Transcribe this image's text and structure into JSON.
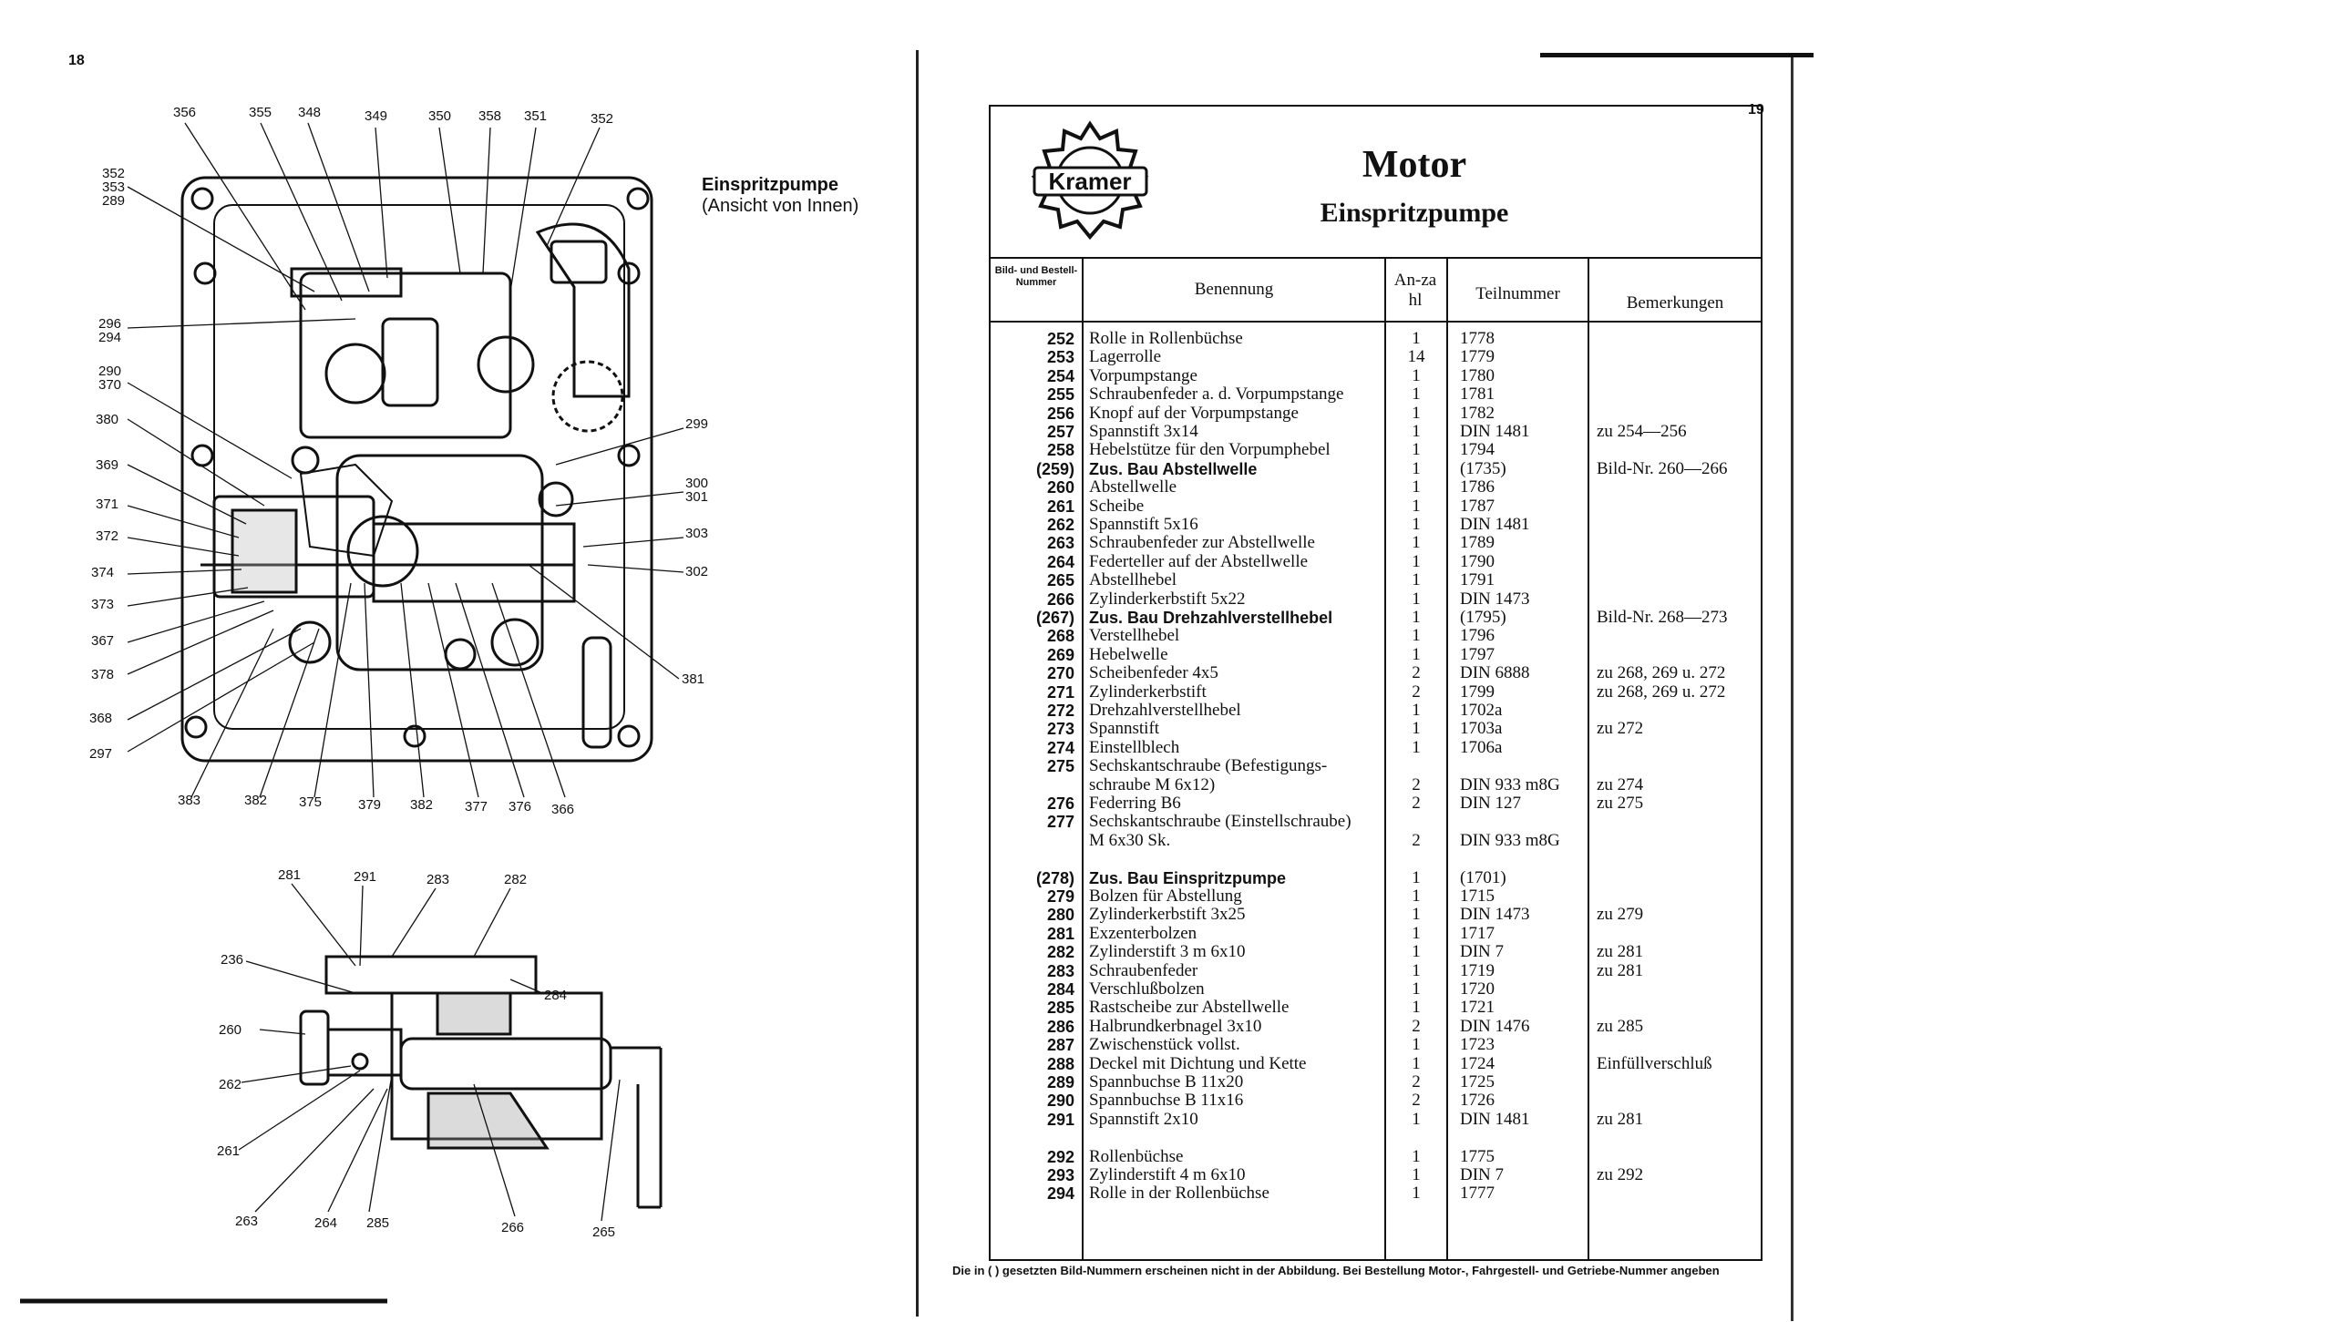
{
  "left_page": {
    "page_number": "18",
    "caption_title": "Einspritzpumpe",
    "caption_subtitle": "(Ansicht von Innen)",
    "fig1_callouts": [
      "356",
      "355",
      "348",
      "349",
      "350",
      "358",
      "351",
      "352",
      "352",
      "353",
      "289",
      "296",
      "294",
      "290",
      "370",
      "380",
      "369",
      "371",
      "372",
      "374",
      "373",
      "367",
      "378",
      "368",
      "297",
      "383",
      "382",
      "375",
      "379",
      "382",
      "377",
      "376",
      "366",
      "299",
      "300",
      "301",
      "303",
      "302",
      "381"
    ],
    "fig2_callouts": [
      "281",
      "291",
      "283",
      "282",
      "236",
      "284",
      "260",
      "262",
      "261",
      "263",
      "264",
      "285",
      "266",
      "265"
    ]
  },
  "right_page": {
    "page_number": "19",
    "logo_text": "Kramer",
    "title": "Motor",
    "subtitle": "Einspritzpumpe",
    "headers": {
      "nr": "Bild- und Bestell-Nummer",
      "name": "Benennung",
      "qty": "An-zahl",
      "part": "Teilnummer",
      "remarks": "Bemerkungen"
    },
    "rows": [
      {
        "nr": "252",
        "name": "Rolle in Rollenbüchse",
        "qty": "1",
        "part": "1778",
        "rem": ""
      },
      {
        "nr": "253",
        "name": "Lagerrolle",
        "qty": "14",
        "part": "1779",
        "rem": ""
      },
      {
        "nr": "254",
        "name": "Vorpumpstange",
        "qty": "1",
        "part": "1780",
        "rem": ""
      },
      {
        "nr": "255",
        "name": "Schraubenfeder a. d. Vorpumpstange",
        "qty": "1",
        "part": "1781",
        "rem": ""
      },
      {
        "nr": "256",
        "name": "Knopf auf der Vorpumpstange",
        "qty": "1",
        "part": "1782",
        "rem": ""
      },
      {
        "nr": "257",
        "name": "Spannstift 3x14",
        "qty": "1",
        "part": "DIN 1481",
        "rem": "zu 254—256"
      },
      {
        "nr": "258",
        "name": "Hebelstütze für den Vorpumphebel",
        "qty": "1",
        "part": "1794",
        "rem": ""
      },
      {
        "nr": "(259)",
        "name": "Zus. Bau Abstellwelle",
        "qty": "1",
        "part": "(1735)",
        "rem": "Bild-Nr. 260—266",
        "bold": true
      },
      {
        "nr": "260",
        "name": "Abstellwelle",
        "qty": "1",
        "part": "1786",
        "rem": ""
      },
      {
        "nr": "261",
        "name": "Scheibe",
        "qty": "1",
        "part": "1787",
        "rem": ""
      },
      {
        "nr": "262",
        "name": "Spannstift 5x16",
        "qty": "1",
        "part": "DIN 1481",
        "rem": ""
      },
      {
        "nr": "263",
        "name": "Schraubenfeder zur Abstellwelle",
        "qty": "1",
        "part": "1789",
        "rem": ""
      },
      {
        "nr": "264",
        "name": "Federteller auf der Abstellwelle",
        "qty": "1",
        "part": "1790",
        "rem": ""
      },
      {
        "nr": "265",
        "name": "Abstellhebel",
        "qty": "1",
        "part": "1791",
        "rem": ""
      },
      {
        "nr": "266",
        "name": "Zylinderkerbstift 5x22",
        "qty": "1",
        "part": "DIN 1473",
        "rem": ""
      },
      {
        "nr": "(267)",
        "name": "Zus. Bau Drehzahlverstellhebel",
        "qty": "1",
        "part": "(1795)",
        "rem": "Bild-Nr. 268—273",
        "bold": true
      },
      {
        "nr": "268",
        "name": "Verstellhebel",
        "qty": "1",
        "part": "1796",
        "rem": ""
      },
      {
        "nr": "269",
        "name": "Hebelwelle",
        "qty": "1",
        "part": "1797",
        "rem": ""
      },
      {
        "nr": "270",
        "name": "Scheibenfeder 4x5",
        "qty": "2",
        "part": "DIN 6888",
        "rem": "zu 268, 269 u. 272"
      },
      {
        "nr": "271",
        "name": "Zylinderkerbstift",
        "qty": "2",
        "part": "1799",
        "rem": "zu 268, 269 u. 272"
      },
      {
        "nr": "272",
        "name": "Drehzahlverstellhebel",
        "qty": "1",
        "part": "1702a",
        "rem": ""
      },
      {
        "nr": "273",
        "name": "Spannstift",
        "qty": "1",
        "part": "1703a",
        "rem": "zu 272"
      },
      {
        "nr": "274",
        "name": "Einstellblech",
        "qty": "1",
        "part": "1706a",
        "rem": ""
      },
      {
        "nr": "275",
        "name": "Sechskantschraube (Befestigungs-",
        "qty": "",
        "part": "",
        "rem": ""
      },
      {
        "nr": "",
        "name": "schraube M 6x12)",
        "qty": "2",
        "part": "DIN 933 m8G",
        "rem": "zu 274"
      },
      {
        "nr": "276",
        "name": "Federring B6",
        "qty": "2",
        "part": "DIN 127",
        "rem": "zu 275"
      },
      {
        "nr": "277",
        "name": "Sechskantschraube (Einstellschraube)",
        "qty": "",
        "part": "",
        "rem": ""
      },
      {
        "nr": "",
        "name": "M 6x30 Sk.",
        "qty": "2",
        "part": "DIN 933 m8G",
        "rem": ""
      },
      {
        "nr": "",
        "name": "",
        "qty": "",
        "part": "",
        "rem": ""
      },
      {
        "nr": "(278)",
        "name": "Zus. Bau Einspritzpumpe",
        "qty": "1",
        "part": "(1701)",
        "rem": "",
        "bold": true
      },
      {
        "nr": "279",
        "name": "Bolzen für Abstellung",
        "qty": "1",
        "part": "1715",
        "rem": ""
      },
      {
        "nr": "280",
        "name": "Zylinderkerbstift 3x25",
        "qty": "1",
        "part": "DIN 1473",
        "rem": "zu 279"
      },
      {
        "nr": "281",
        "name": "Exzenterbolzen",
        "qty": "1",
        "part": "1717",
        "rem": ""
      },
      {
        "nr": "282",
        "name": "Zylinderstift 3 m 6x10",
        "qty": "1",
        "part": "DIN 7",
        "rem": "zu 281"
      },
      {
        "nr": "283",
        "name": "Schraubenfeder",
        "qty": "1",
        "part": "1719",
        "rem": "zu 281"
      },
      {
        "nr": "284",
        "name": "Verschlußbolzen",
        "qty": "1",
        "part": "1720",
        "rem": ""
      },
      {
        "nr": "285",
        "name": "Rastscheibe zur Abstellwelle",
        "qty": "1",
        "part": "1721",
        "rem": ""
      },
      {
        "nr": "286",
        "name": "Halbrundkerbnagel 3x10",
        "qty": "2",
        "part": "DIN 1476",
        "rem": "zu 285"
      },
      {
        "nr": "287",
        "name": "Zwischenstück vollst.",
        "qty": "1",
        "part": "1723",
        "rem": ""
      },
      {
        "nr": "288",
        "name": "Deckel mit Dichtung und Kette",
        "qty": "1",
        "part": "1724",
        "rem": "Einfüllverschluß"
      },
      {
        "nr": "289",
        "name": "Spannbuchse B 11x20",
        "qty": "2",
        "part": "1725",
        "rem": ""
      },
      {
        "nr": "290",
        "name": "Spannbuchse B 11x16",
        "qty": "2",
        "part": "1726",
        "rem": ""
      },
      {
        "nr": "291",
        "name": "Spannstift 2x10",
        "qty": "1",
        "part": "DIN 1481",
        "rem": "zu 281"
      },
      {
        "nr": "",
        "name": "",
        "qty": "",
        "part": "",
        "rem": ""
      },
      {
        "nr": "292",
        "name": "Rollenbüchse",
        "qty": "1",
        "part": "1775",
        "rem": ""
      },
      {
        "nr": "293",
        "name": "Zylinderstift 4 m 6x10",
        "qty": "1",
        "part": "DIN 7",
        "rem": "zu 292"
      },
      {
        "nr": "294",
        "name": "Rolle in der Rollenbüchse",
        "qty": "1",
        "part": "1777",
        "rem": ""
      }
    ],
    "footnote": "Die in ( ) gesetzten Bild-Nummern erscheinen nicht in der Abbildung. Bei Bestellung Motor-, Fahrgestell- und Getriebe-Nummer angeben"
  }
}
